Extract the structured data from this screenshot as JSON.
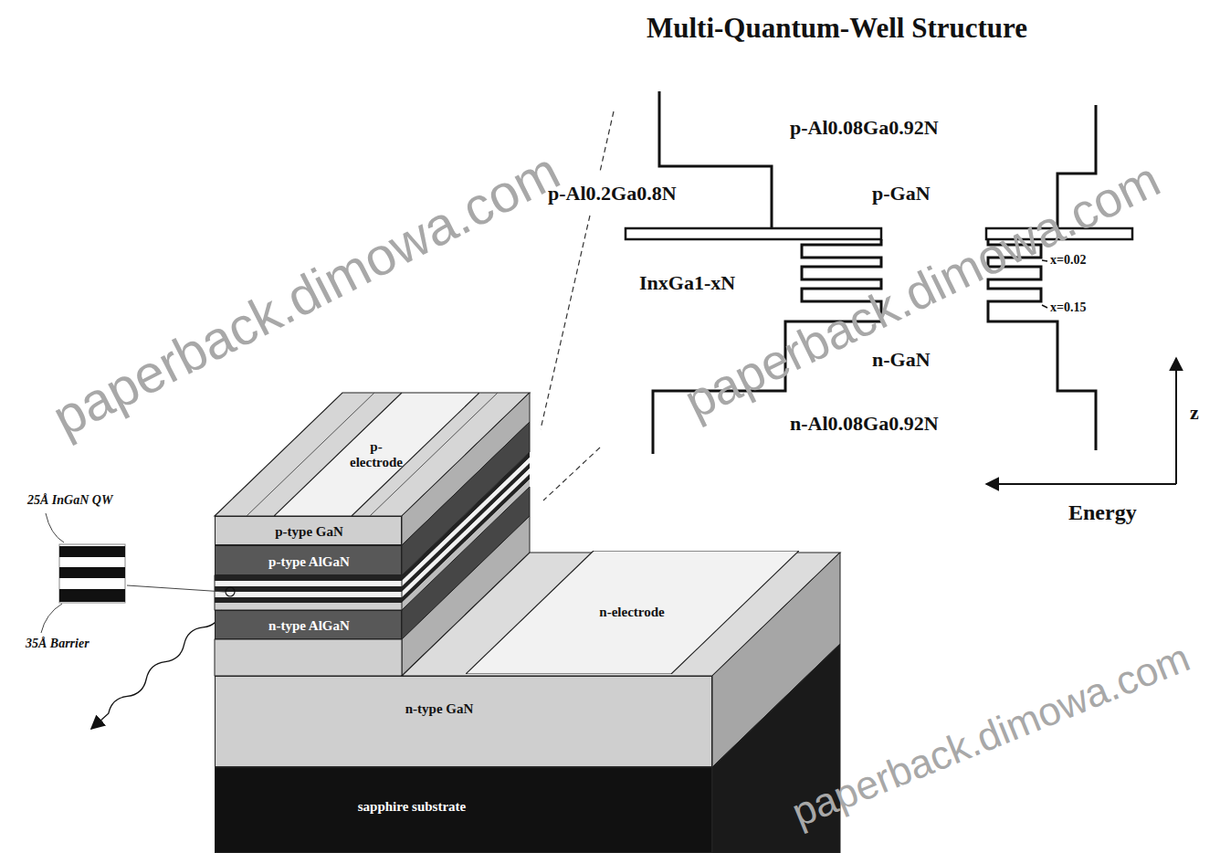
{
  "diagram": {
    "title": "Multi-Quantum-Well Structure",
    "nodes": [
      {
        "text": [
          "p-electrode"
        ]
      },
      {
        "text": [
          "p-type GaN"
        ]
      },
      {
        "text": [
          "p-type AlGaN"
        ]
      },
      {
        "text": [
          "n-electrode"
        ]
      },
      {
        "text": [
          "n-type AlGaN"
        ]
      },
      {
        "text": [
          "n-type GaN"
        ]
      },
      {
        "text": [
          "sapphire substrate"
        ]
      }
    ],
    "labels": [
      "25Å InGaN QW",
      "35Å Barrier",
      "p-Al0.2Ga0.8N",
      "p-Al0.08Ga0.92N",
      "p-GaN",
      "InxGa1-xN",
      "n-GaN",
      "n-Al0.08Ga0.92N",
      "x=0.02",
      "x=0.15",
      "z",
      "Energy",
      "paperback.dimowa.com",
      "paperback.dimowa.com",
      "paperback.dimowa.com"
    ]
  }
}
